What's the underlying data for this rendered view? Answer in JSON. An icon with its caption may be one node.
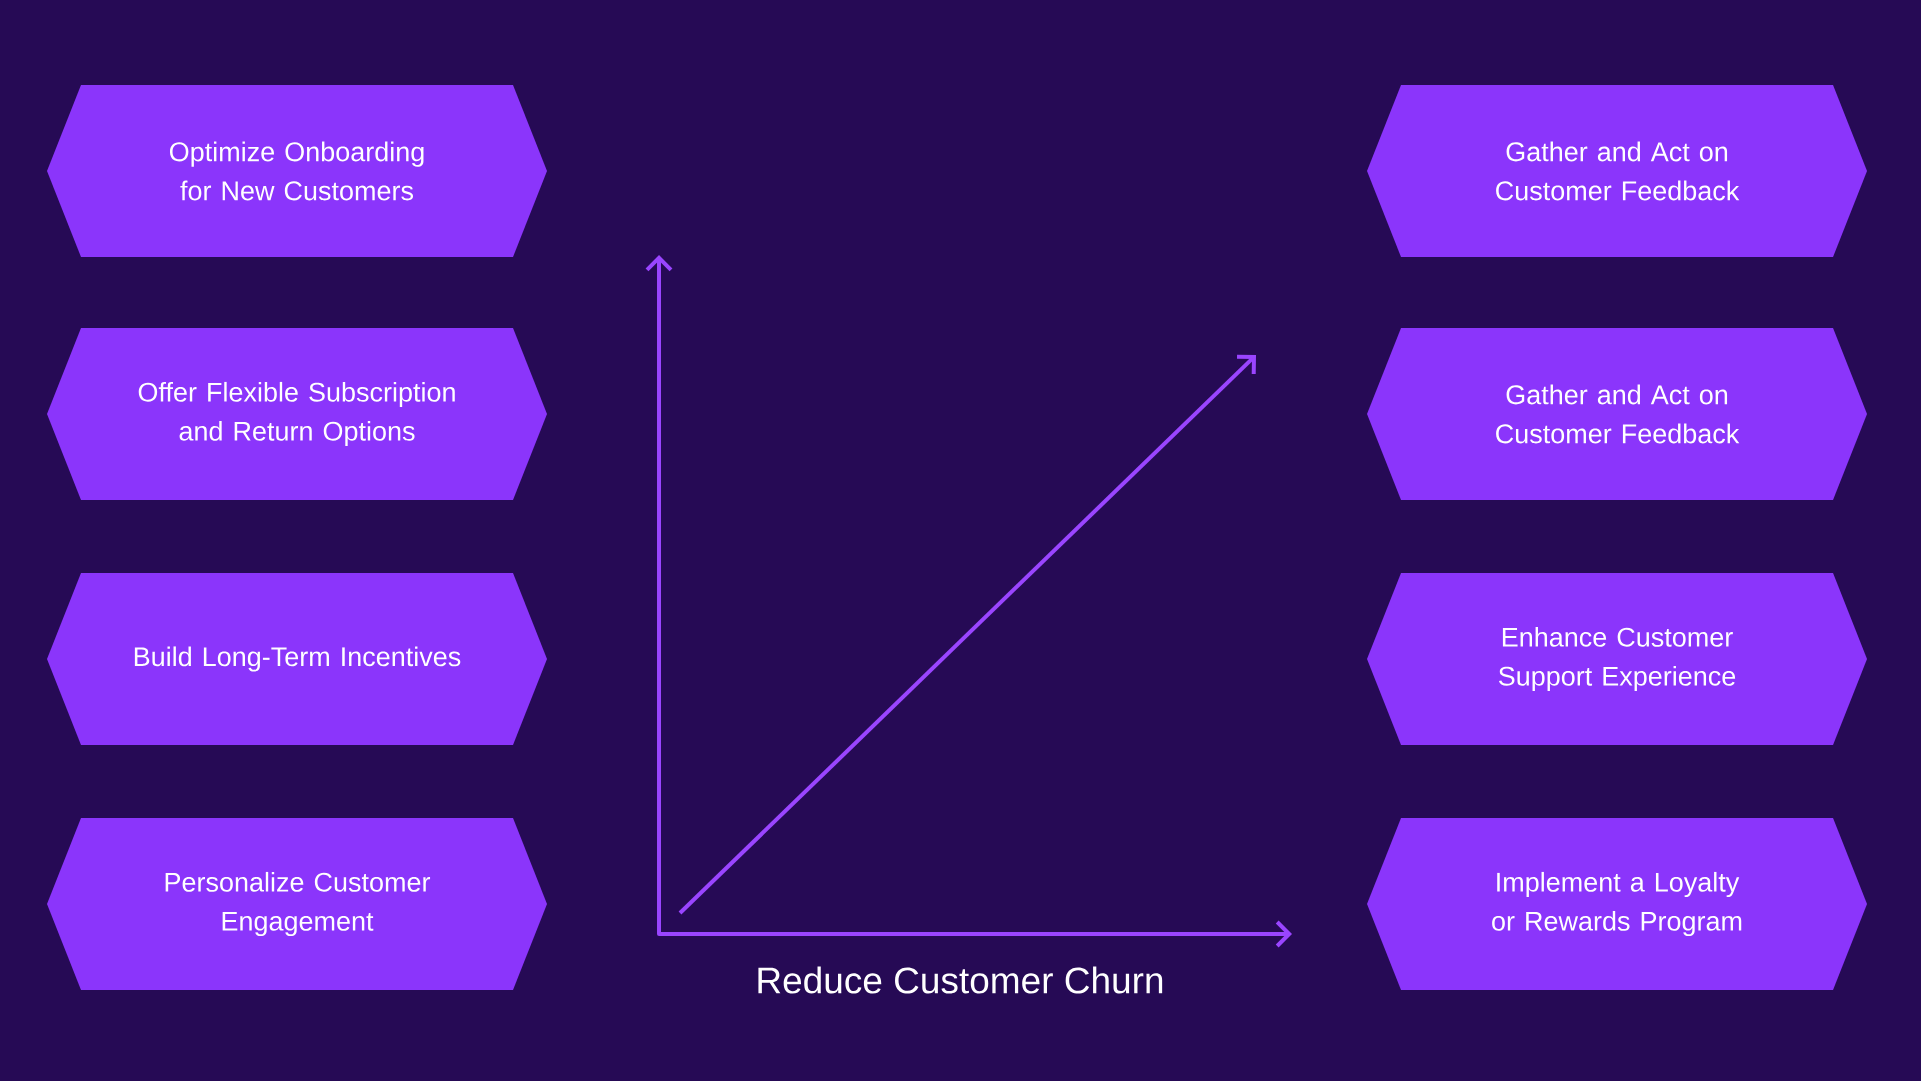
{
  "diagram": {
    "title": "Reduce Customer Churn",
    "nodes": [
      {
        "text": [
          "Optimize Onboarding for New Customers"
        ]
      },
      {
        "text": [
          "Offer Flexible Subscription and Return Options"
        ]
      },
      {
        "text": [
          "Build Long-Term Incentives"
        ]
      },
      {
        "text": [
          "Personalize Customer Engagement"
        ]
      },
      {
        "text": [
          "Gather and Act on Customer Feedback"
        ]
      },
      {
        "text": [
          "Gather and Act on Customer Feedback"
        ]
      },
      {
        "text": [
          "Enhance Customer Support Experience"
        ]
      },
      {
        "text": [
          "Implement a Loyalty or Rewards Program"
        ]
      }
    ]
  }
}
